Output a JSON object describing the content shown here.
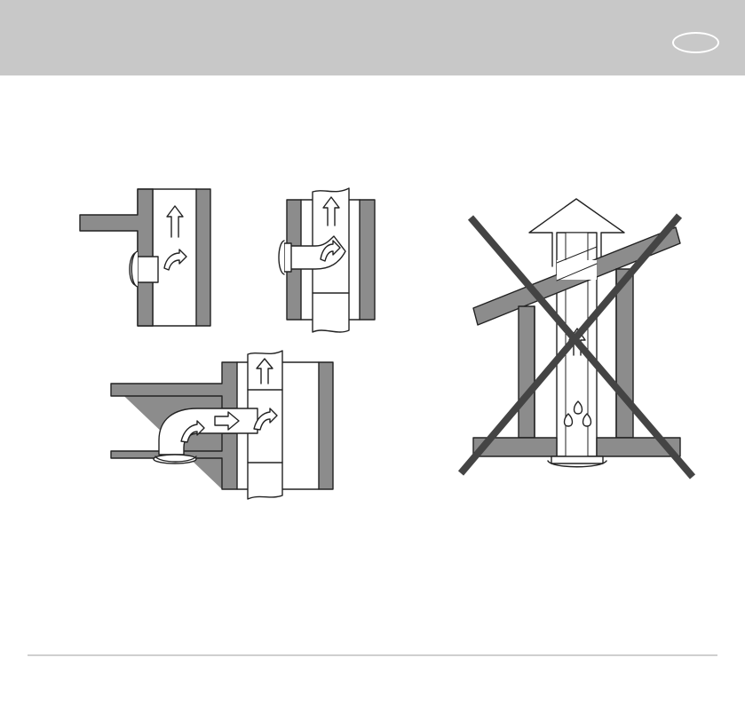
{
  "header": {
    "background": "#c8c8c8",
    "language_badge": ""
  },
  "figures": [
    {
      "id": "fig-1",
      "description_icon": "wall-duct-short-adapter",
      "correct": true
    },
    {
      "id": "fig-2",
      "description_icon": "wall-duct-with-pipe-adapter",
      "correct": true
    },
    {
      "id": "fig-3",
      "description_icon": "ceiling-duct-with-elbow-adapter",
      "correct": true
    },
    {
      "id": "fig-4",
      "description_icon": "roof-duct-vertical-condensation",
      "correct": false,
      "mark": "cross-out-icon"
    }
  ],
  "colors": {
    "wall": "#8c8c8c",
    "outline": "#222222",
    "cross": "#444444",
    "footer_rule": "#cfcfcf"
  }
}
